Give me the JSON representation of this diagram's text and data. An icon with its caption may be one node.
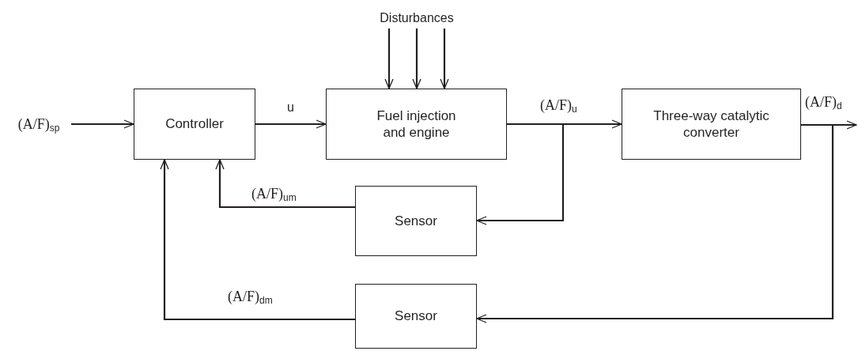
{
  "diagram": {
    "nodes": [
      {
        "text": [
          "Disturbances"
        ]
      },
      {
        "text": [
          "(A/F)$_{sp}$"
        ]
      },
      {
        "text": [
          "Controller"
        ]
      },
      {
        "text": [
          "Fuel injection and engine"
        ]
      },
      {
        "text": [
          "Three-way catalytic converter"
        ]
      },
      {
        "text": [
          "Sensor"
        ]
      },
      {
        "text": [
          "Sensor"
        ]
      }
    ],
    "edges": [
      {
        "from": 0,
        "to": 3,
        "arrow": "to"
      },
      {
        "from": 0,
        "to": 3,
        "arrow": "to"
      },
      {
        "from": 0,
        "to": 3,
        "arrow": "to"
      },
      {
        "from": 1,
        "to": 2,
        "arrow": "to"
      },
      {
        "from": 2,
        "to": 3,
        "arrow": "to",
        "label": "u"
      },
      {
        "from": 3,
        "to": 4,
        "arrow": "to",
        "label": "(A/F)$_{u}$"
      },
      {
        "from": 4,
        "to": null,
        "arrow": "to",
        "label": "(A/F)$_{d}$"
      },
      {
        "from": 3,
        "to": 5,
        "arrow": "to"
      },
      {
        "from": 4,
        "to": 6,
        "arrow": "to"
      },
      {
        "from": 5,
        "to": 2,
        "arrow": "to",
        "label": "(A/F)$_{um}$"
      },
      {
        "from": 6,
        "to": 2,
        "arrow": "to",
        "label": "(A/F)$_{dm}$"
      }
    ]
  }
}
